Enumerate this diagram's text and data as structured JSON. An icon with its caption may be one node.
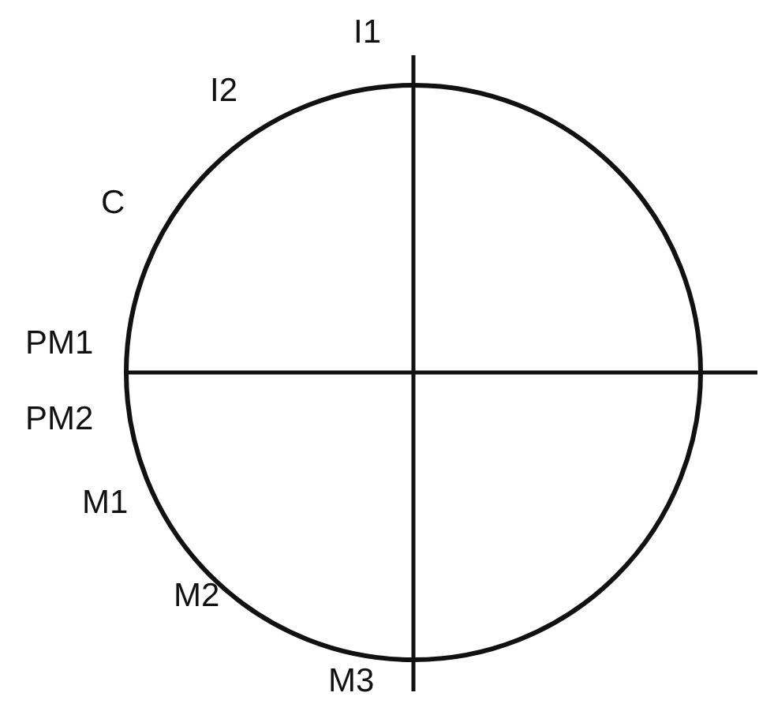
{
  "diagram": {
    "labels": [
      "I1",
      "I2",
      "C",
      "PM1",
      "PM2",
      "M1",
      "M2",
      "M3"
    ]
  }
}
